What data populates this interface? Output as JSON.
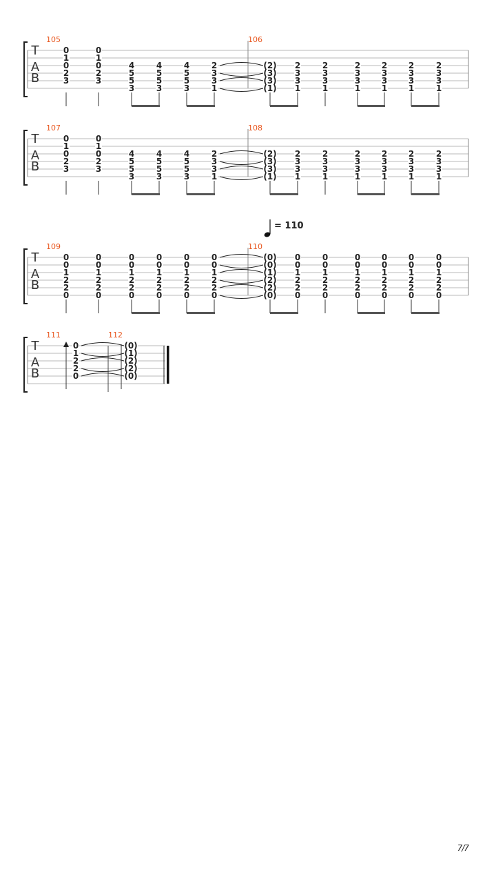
{
  "score": {
    "clef": [
      "T",
      "A",
      "B"
    ],
    "tempo": {
      "value": "= 110",
      "before_measure": "110"
    },
    "page_number": "7/7",
    "systems": [
      {
        "measures": [
          {
            "number": "105",
            "beats": [
              {
                "frets": [
                  "0",
                  "1",
                  "0",
                  "2",
                  "3",
                  ""
                ],
                "beam": ""
              },
              {
                "frets": [
                  "0",
                  "1",
                  "0",
                  "2",
                  "3",
                  ""
                ],
                "beam": ""
              },
              {
                "frets": [
                  "",
                  "",
                  "4",
                  "5",
                  "5",
                  "3"
                ],
                "beam": "a"
              },
              {
                "frets": [
                  "",
                  "",
                  "4",
                  "5",
                  "5",
                  "3"
                ],
                "beam": "a"
              },
              {
                "frets": [
                  "",
                  "",
                  "4",
                  "5",
                  "5",
                  "3"
                ],
                "beam": "b"
              },
              {
                "frets": [
                  "",
                  "",
                  "2",
                  "3",
                  "3",
                  "1"
                ],
                "beam": "b",
                "tie_out": [
                  2,
                  3,
                  4,
                  5
                ]
              }
            ]
          },
          {
            "number": "106",
            "beats": [
              {
                "frets": [
                  "",
                  "",
                  "(2)",
                  "(3)",
                  "(3)",
                  "(1)"
                ],
                "beam": "a"
              },
              {
                "frets": [
                  "",
                  "",
                  "2",
                  "3",
                  "3",
                  "1"
                ],
                "beam": "a"
              },
              {
                "frets": [
                  "",
                  "",
                  "2",
                  "3",
                  "3",
                  "1"
                ],
                "beam": ""
              },
              {
                "frets": [
                  "",
                  "",
                  "2",
                  "3",
                  "3",
                  "1"
                ],
                "beam": "b"
              },
              {
                "frets": [
                  "",
                  "",
                  "2",
                  "3",
                  "3",
                  "1"
                ],
                "beam": "b"
              },
              {
                "frets": [
                  "",
                  "",
                  "2",
                  "3",
                  "3",
                  "1"
                ],
                "beam": "c"
              },
              {
                "frets": [
                  "",
                  "",
                  "2",
                  "3",
                  "3",
                  "1"
                ],
                "beam": "c"
              }
            ]
          }
        ]
      },
      {
        "measures": [
          {
            "number": "107",
            "beats": [
              {
                "frets": [
                  "0",
                  "1",
                  "0",
                  "2",
                  "3",
                  ""
                ],
                "beam": ""
              },
              {
                "frets": [
                  "0",
                  "1",
                  "0",
                  "2",
                  "3",
                  ""
                ],
                "beam": ""
              },
              {
                "frets": [
                  "",
                  "",
                  "4",
                  "5",
                  "5",
                  "3"
                ],
                "beam": "a"
              },
              {
                "frets": [
                  "",
                  "",
                  "4",
                  "5",
                  "5",
                  "3"
                ],
                "beam": "a"
              },
              {
                "frets": [
                  "",
                  "",
                  "4",
                  "5",
                  "5",
                  "3"
                ],
                "beam": "b"
              },
              {
                "frets": [
                  "",
                  "",
                  "2",
                  "3",
                  "3",
                  "1"
                ],
                "beam": "b",
                "tie_out": [
                  2,
                  3,
                  4,
                  5
                ]
              }
            ]
          },
          {
            "number": "108",
            "beats": [
              {
                "frets": [
                  "",
                  "",
                  "(2)",
                  "(3)",
                  "(3)",
                  "(1)"
                ],
                "beam": "a"
              },
              {
                "frets": [
                  "",
                  "",
                  "2",
                  "3",
                  "3",
                  "1"
                ],
                "beam": "a"
              },
              {
                "frets": [
                  "",
                  "",
                  "2",
                  "3",
                  "3",
                  "1"
                ],
                "beam": ""
              },
              {
                "frets": [
                  "",
                  "",
                  "2",
                  "3",
                  "3",
                  "1"
                ],
                "beam": "b"
              },
              {
                "frets": [
                  "",
                  "",
                  "2",
                  "3",
                  "3",
                  "1"
                ],
                "beam": "b"
              },
              {
                "frets": [
                  "",
                  "",
                  "2",
                  "3",
                  "3",
                  "1"
                ],
                "beam": "c"
              },
              {
                "frets": [
                  "",
                  "",
                  "2",
                  "3",
                  "3",
                  "1"
                ],
                "beam": "c"
              }
            ]
          }
        ]
      },
      {
        "measures": [
          {
            "number": "109",
            "beats": [
              {
                "frets": [
                  "0",
                  "0",
                  "1",
                  "2",
                  "2",
                  "0"
                ],
                "beam": ""
              },
              {
                "frets": [
                  "0",
                  "0",
                  "1",
                  "2",
                  "2",
                  "0"
                ],
                "beam": ""
              },
              {
                "frets": [
                  "0",
                  "0",
                  "1",
                  "2",
                  "2",
                  "0"
                ],
                "beam": "a"
              },
              {
                "frets": [
                  "0",
                  "0",
                  "1",
                  "2",
                  "2",
                  "0"
                ],
                "beam": "a"
              },
              {
                "frets": [
                  "0",
                  "0",
                  "1",
                  "2",
                  "2",
                  "0"
                ],
                "beam": "b"
              },
              {
                "frets": [
                  "0",
                  "0",
                  "1",
                  "2",
                  "2",
                  "0"
                ],
                "beam": "b",
                "tie_out": [
                  0,
                  1,
                  2,
                  3,
                  4,
                  5
                ]
              }
            ]
          },
          {
            "number": "110",
            "beats": [
              {
                "frets": [
                  "(0)",
                  "(0)",
                  "(1)",
                  "(2)",
                  "(2)",
                  "(0)"
                ],
                "beam": "a"
              },
              {
                "frets": [
                  "0",
                  "0",
                  "1",
                  "2",
                  "2",
                  "0"
                ],
                "beam": "a"
              },
              {
                "frets": [
                  "0",
                  "0",
                  "1",
                  "2",
                  "2",
                  "0"
                ],
                "beam": ""
              },
              {
                "frets": [
                  "0",
                  "0",
                  "1",
                  "2",
                  "2",
                  "0"
                ],
                "beam": "b"
              },
              {
                "frets": [
                  "0",
                  "0",
                  "1",
                  "2",
                  "2",
                  "0"
                ],
                "beam": "b"
              },
              {
                "frets": [
                  "0",
                  "0",
                  "1",
                  "2",
                  "2",
                  "0"
                ],
                "beam": "c"
              },
              {
                "frets": [
                  "0",
                  "0",
                  "1",
                  "2",
                  "2",
                  "0"
                ],
                "beam": "c"
              }
            ]
          }
        ]
      },
      {
        "measures": [
          {
            "number": "111",
            "beats": [
              {
                "frets": [
                  "0",
                  "1",
                  "2",
                  "2",
                  "0",
                  ""
                ],
                "beam": "",
                "stroke_up": true,
                "tie_out": [
                  0,
                  1,
                  2,
                  3,
                  4
                ]
              }
            ]
          },
          {
            "number": "112",
            "beats": [
              {
                "frets": [
                  "(0)",
                  "(1)",
                  "(2)",
                  "(2)",
                  "(0)",
                  ""
                ],
                "beam": ""
              }
            ]
          }
        ]
      }
    ]
  }
}
